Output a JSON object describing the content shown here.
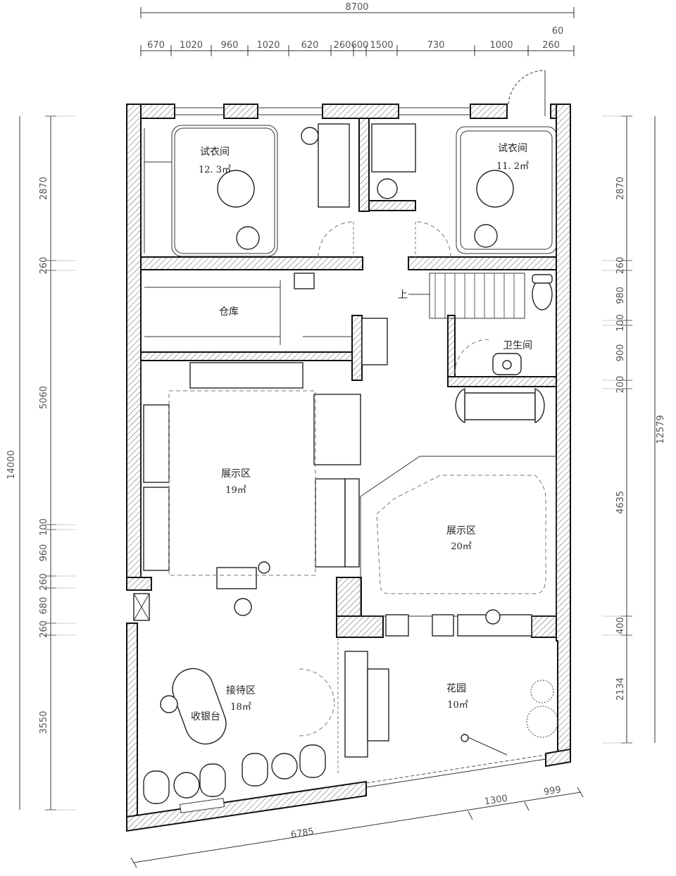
{
  "dimensions": {
    "top_total": "8700",
    "top_small": "60",
    "top_segments": [
      "670",
      "1020",
      "960",
      "1020",
      "620",
      "260",
      "600",
      "1500",
      "730",
      "1000",
      "260"
    ],
    "left_total": "14000",
    "left_segments": [
      "2870",
      "260",
      "5060",
      "100",
      "960",
      "260",
      "680",
      "260",
      "3550"
    ],
    "right_total": "12579",
    "right_segments": [
      "2870",
      "260",
      "980",
      "100",
      "900",
      "200",
      "4635",
      "400",
      "2134"
    ],
    "bottom_total": "6785",
    "bottom_segments": [
      "1300",
      "999"
    ]
  },
  "rooms": {
    "fitting_left": {
      "name": "试衣间",
      "area": "12. 3㎡"
    },
    "fitting_right": {
      "name": "试衣间",
      "area": "11. 2㎡"
    },
    "storage": {
      "name": "仓库"
    },
    "stair": {
      "label": "上"
    },
    "toilet": {
      "name": "卫生间"
    },
    "display_left": {
      "name": "展示区",
      "area": "19㎡"
    },
    "display_right": {
      "name": "展示区",
      "area": "20㎡"
    },
    "reception": {
      "name": "接待区",
      "area": "18㎡"
    },
    "cashier": {
      "label": "收银台"
    },
    "garden": {
      "name": "花园",
      "area": "10㎡"
    }
  },
  "colors": {
    "wall": "#111111",
    "hatch": "#777777",
    "dash": "#777777"
  }
}
